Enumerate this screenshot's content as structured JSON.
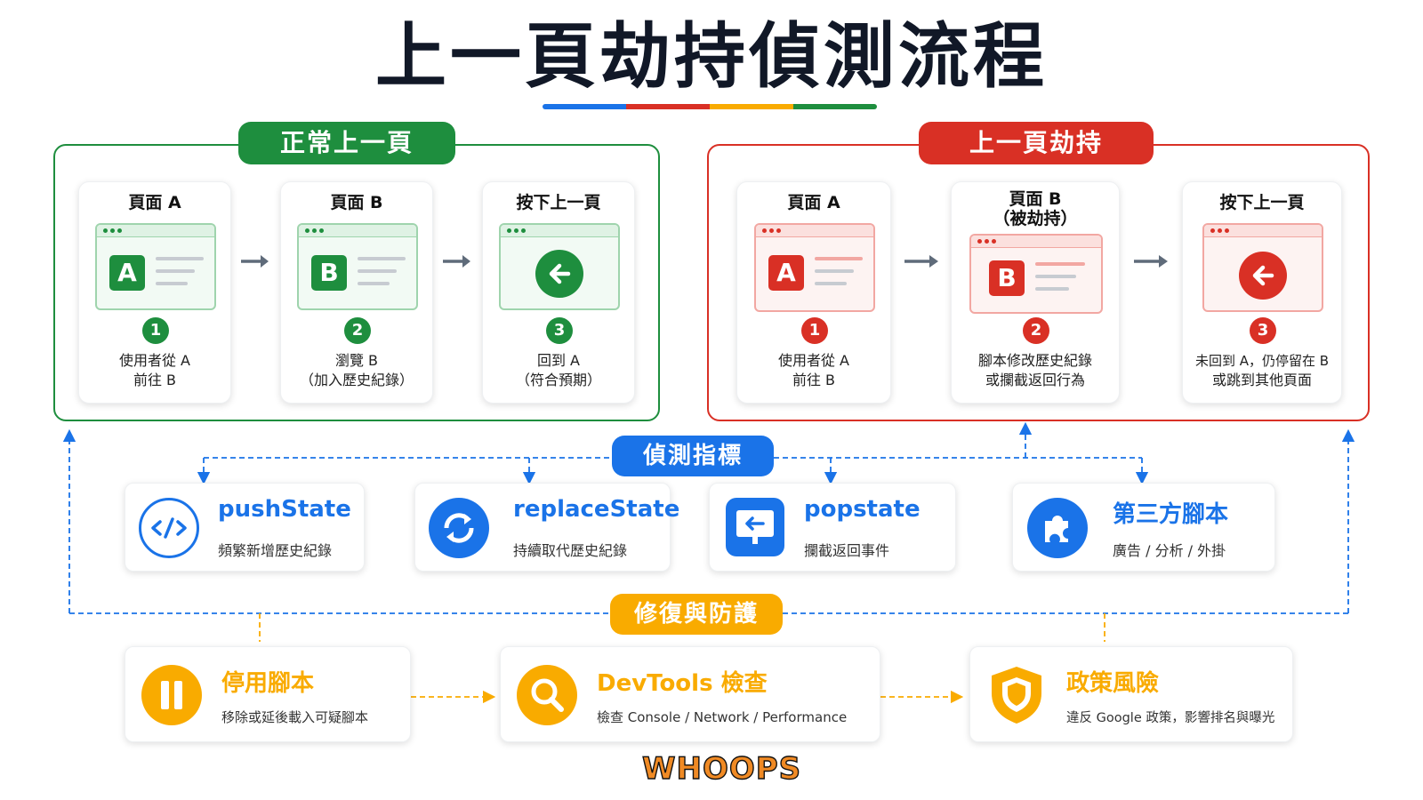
{
  "title": "上一頁劫持偵測流程",
  "title_bar_colors": [
    "#1a73e8",
    "#d93025",
    "#f9ab00",
    "#1e8e3e"
  ],
  "colors": {
    "green": "#1e8e3e",
    "red": "#d93025",
    "blue": "#1a73e8",
    "orange": "#f9ab00",
    "arrow": "#5f6b7a"
  },
  "normal": {
    "label": "正常上一頁",
    "steps": [
      {
        "title": "頁面 A",
        "letter": "A",
        "num": "1",
        "desc1": "使用者從 A",
        "desc2": "前往 B"
      },
      {
        "title": "頁面 B",
        "letter": "B",
        "num": "2",
        "desc1": "瀏覽 B",
        "desc2": "（加入歷史紀錄）"
      },
      {
        "title": "按下上一頁",
        "icon": "back-arrow-icon",
        "num": "3",
        "desc1": "回到 A",
        "desc2": "（符合預期）"
      }
    ]
  },
  "hijack": {
    "label": "上一頁劫持",
    "steps": [
      {
        "title": "頁面 A",
        "letter": "A",
        "num": "1",
        "desc1": "使用者從 A",
        "desc2": "前往 B"
      },
      {
        "title": "頁面 B",
        "title2": "（被劫持）",
        "letter": "B",
        "num": "2",
        "desc1": "腳本修改歷史紀錄",
        "desc2": "或攔截返回行為"
      },
      {
        "title": "按下上一頁",
        "icon": "back-arrow-icon",
        "num": "3",
        "desc1": "未回到 A，仍停留在 B",
        "desc2": "或跳到其他頁面"
      }
    ]
  },
  "indicators": {
    "label": "偵測指標",
    "items": [
      {
        "name": "pushState",
        "sub": "頻繁新增歷史紀錄",
        "icon": "code-icon"
      },
      {
        "name": "replaceState",
        "sub": "持續取代歷史紀錄",
        "icon": "refresh-icon"
      },
      {
        "name": "popstate",
        "sub": "攔截返回事件",
        "icon": "back-screen-icon"
      },
      {
        "name": "第三方腳本",
        "sub": "廣告 / 分析 / 外掛",
        "icon": "puzzle-icon"
      }
    ]
  },
  "remediation": {
    "label": "修復與防護",
    "items": [
      {
        "name": "停用腳本",
        "sub": "移除或延後載入可疑腳本",
        "icon": "pause-icon"
      },
      {
        "name": "DevTools 檢查",
        "sub": "檢查 Console / Network / Performance",
        "icon": "magnifier-icon"
      },
      {
        "name": "政策風險",
        "sub": "違反 Google 政策，影響排名與曝光",
        "icon": "shield-icon"
      }
    ]
  },
  "watermark": "WHOOPS"
}
